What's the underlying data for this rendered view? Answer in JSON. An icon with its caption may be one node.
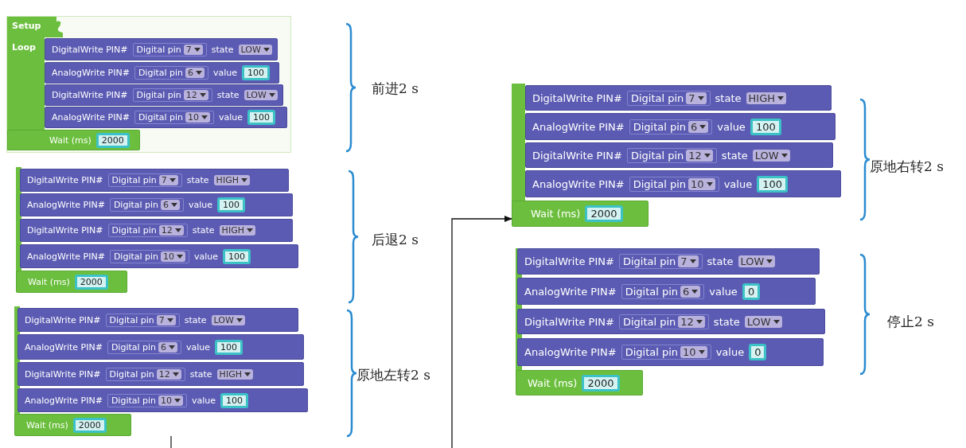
{
  "diagram": {
    "nodes": [
      {
        "text": [
          "Setup",
          "Loop"
        ]
      },
      {
        "text": [
          "DigitalWrite PIN#",
          "Digital pin",
          "7",
          "state",
          "LOW"
        ],
        "in": 0
      },
      {
        "text": [
          "AnalogWrite PIN#",
          "Digital pin",
          "6",
          "value",
          "100"
        ],
        "in": 0
      },
      {
        "text": [
          "DigitalWrite PIN#",
          "Digital pin",
          "12",
          "state",
          "LOW"
        ],
        "in": 0
      },
      {
        "text": [
          "AnalogWrite PIN#",
          "Digital pin",
          "10",
          "value",
          "100"
        ],
        "in": 0
      },
      {
        "text": [
          "Wait (ms)",
          "2000"
        ],
        "in": 0
      },
      {
        "text": [
          "DigitalWrite PIN#",
          "Digital pin",
          "7",
          "state",
          "HIGH"
        ]
      },
      {
        "text": [
          "AnalogWrite PIN#",
          "Digital pin",
          "6",
          "value",
          "100"
        ]
      },
      {
        "text": [
          "DigitalWrite PIN#",
          "Digital pin",
          "12",
          "state",
          "HIGH"
        ]
      },
      {
        "text": [
          "AnalogWrite PIN#",
          "Digital pin",
          "10",
          "value",
          "100"
        ]
      },
      {
        "text": [
          "Wait (ms)",
          "2000"
        ]
      },
      {
        "text": [
          "DigitalWrite PIN#",
          "Digital pin",
          "7",
          "state",
          "LOW"
        ]
      },
      {
        "text": [
          "AnalogWrite PIN#",
          "Digital pin",
          "6",
          "value",
          "100"
        ]
      },
      {
        "text": [
          "DigitalWrite PIN#",
          "Digital pin",
          "12",
          "state",
          "HIGH"
        ]
      },
      {
        "text": [
          "AnalogWrite PIN#",
          "Digital pin",
          "10",
          "value",
          "100"
        ]
      },
      {
        "text": [
          "Wait (ms)",
          "2000"
        ]
      },
      {
        "text": [
          "DigitalWrite PIN#",
          "Digital pin",
          "7",
          "state",
          "HIGH"
        ]
      },
      {
        "text": [
          "AnalogWrite PIN#",
          "Digital pin",
          "6",
          "value",
          "100"
        ]
      },
      {
        "text": [
          "DigitalWrite PIN#",
          "Digital pin",
          "12",
          "state",
          "LOW"
        ]
      },
      {
        "text": [
          "AnalogWrite PIN#",
          "Digital pin",
          "10",
          "value",
          "100"
        ]
      },
      {
        "text": [
          "Wait (ms)",
          "2000"
        ]
      },
      {
        "text": [
          "DigitalWrite PIN#",
          "Digital pin",
          "7",
          "state",
          "LOW"
        ]
      },
      {
        "text": [
          "AnalogWrite PIN#",
          "Digital pin",
          "6",
          "value",
          "0"
        ]
      },
      {
        "text": [
          "DigitalWrite PIN#",
          "Digital pin",
          "12",
          "state",
          "LOW"
        ]
      },
      {
        "text": [
          "AnalogWrite PIN#",
          "Digital pin",
          "10",
          "value",
          "0"
        ]
      },
      {
        "text": [
          "Wait (ms)",
          "2000"
        ]
      }
    ],
    "edges": [
      {
        "from": null,
        "to": 20,
        "arrow": "to"
      }
    ],
    "labels": [
      "前进2 s",
      "后退2 s",
      "原地左转2 s",
      "原地右转2 s",
      "停止2 s"
    ]
  }
}
